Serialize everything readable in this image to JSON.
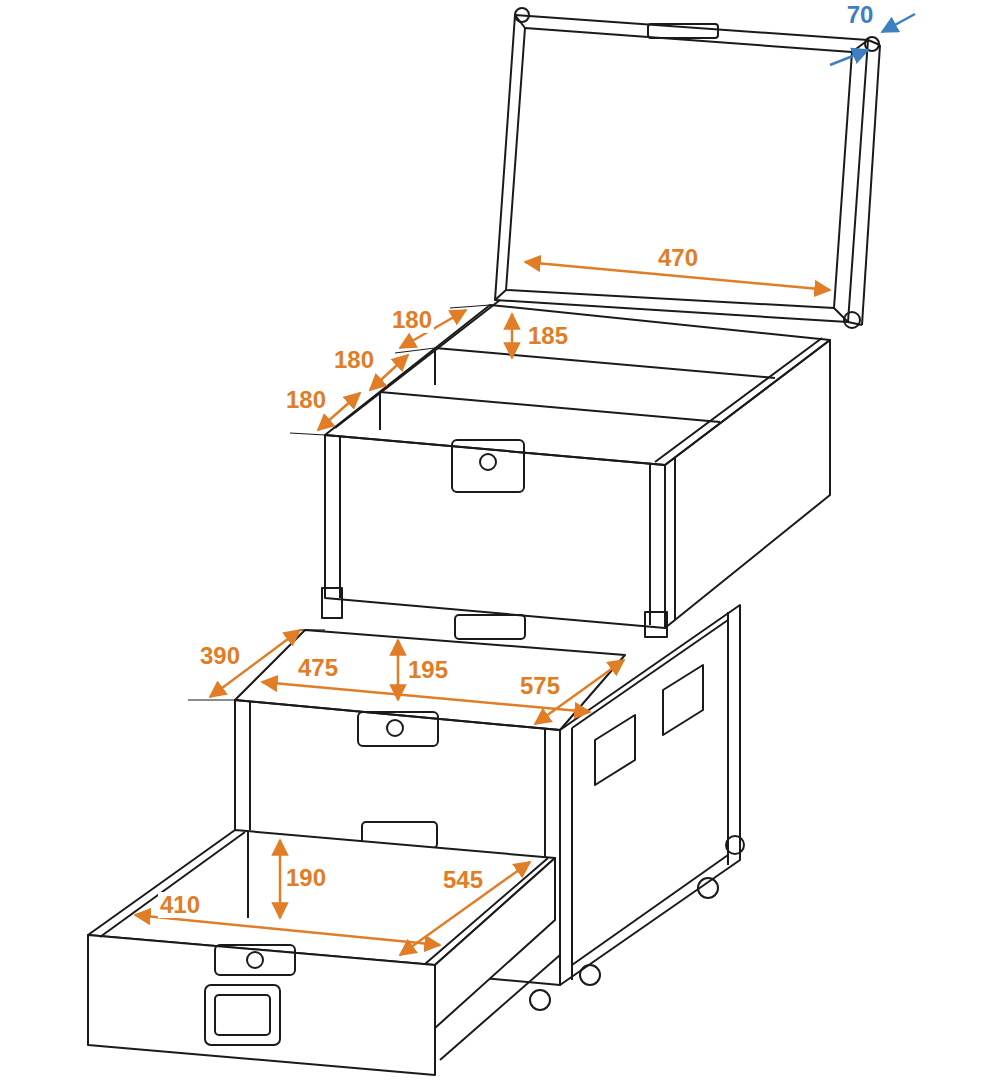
{
  "diagram": {
    "labels": [
      "70",
      "470",
      "180",
      "185",
      "180",
      "180",
      "390",
      "475",
      "195",
      "575",
      "190",
      "545",
      "410"
    ]
  }
}
